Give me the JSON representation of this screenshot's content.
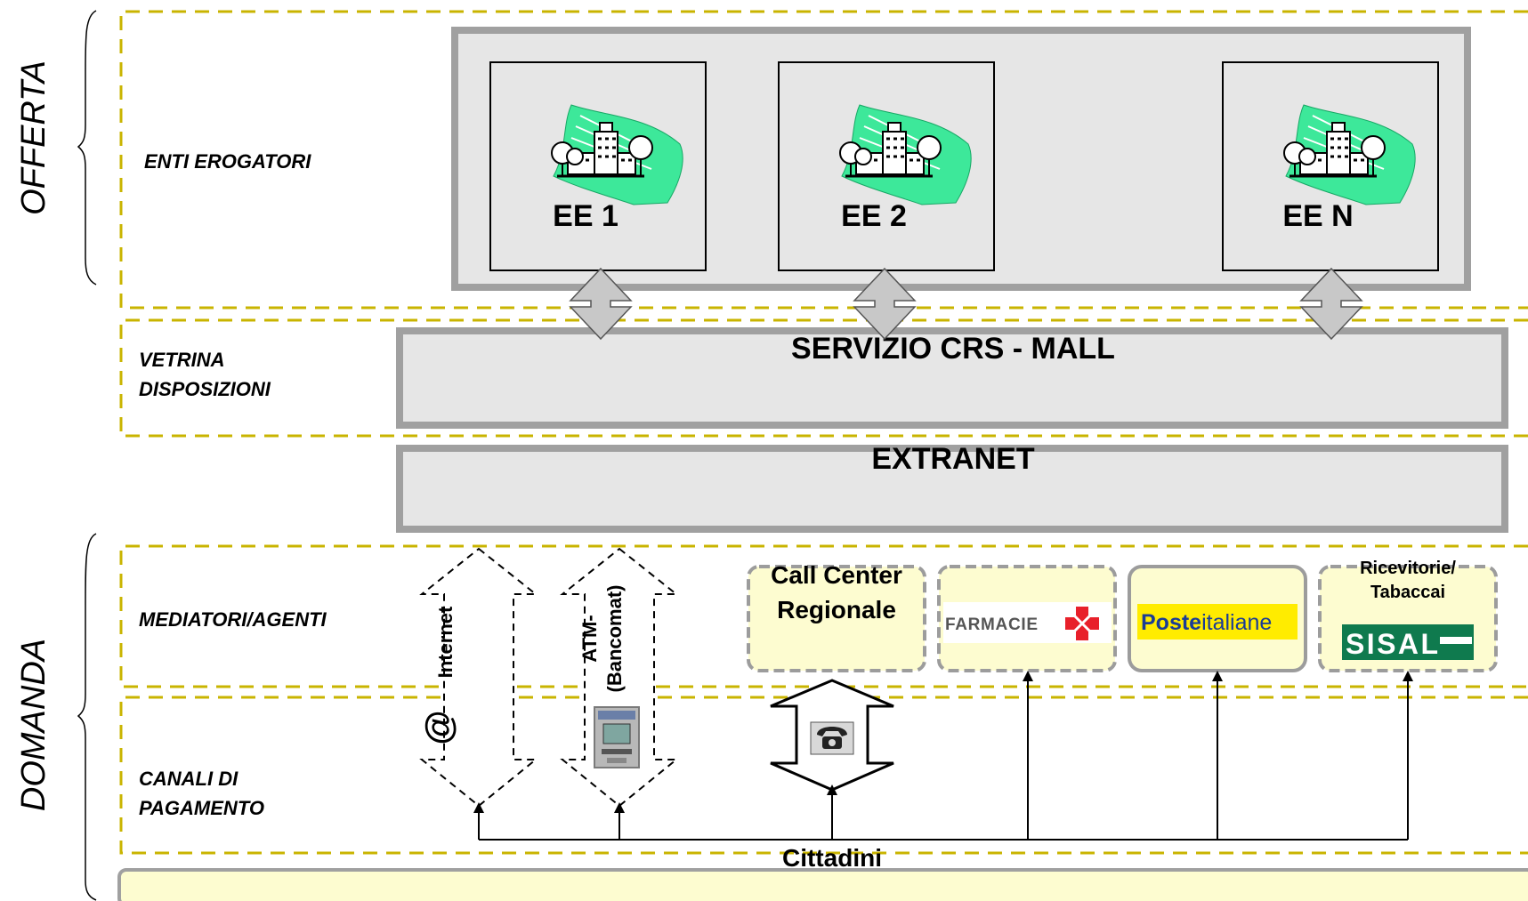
{
  "side_labels": {
    "offerta": "OFFERTA",
    "domanda": "DOMANDA"
  },
  "layers": {
    "enti": "ENTI EROGATORI",
    "vetrina_1": "VETRINA",
    "vetrina_2": "DISPOSIZIONI",
    "mediatori": "MEDIATORI/AGENTI",
    "canali_1": "CANALI DI",
    "canali_2": "PAGAMENTO"
  },
  "providers": [
    "EE 1",
    "EE 2",
    "EE N"
  ],
  "mall": "SERVIZIO CRS - MALL",
  "extranet": "EXTRANET",
  "channels": {
    "internet": "Internet",
    "at_symbol": "@",
    "atm_1": "ATM-",
    "atm_2": "(Bancomat)"
  },
  "agents": {
    "call_center_1": "Call Center",
    "call_center_2": "Regionale",
    "farmacie": "FARMACIE",
    "poste_bold": "Poste",
    "poste_light": "italiane",
    "ricevitorie_1": "Ricevitorie/",
    "ricevitorie_2": "Tabaccai",
    "sisal": "SISAL"
  },
  "cittadini": "Cittadini",
  "colors": {
    "dashed_border": "#c9b400",
    "panel_grey": "#e6e6e6",
    "panel_border": "#a0a0a0",
    "agent_fill": "#fdfcd0",
    "agent_border": "#9c9c9c",
    "hospital_green": "#3de89a",
    "poste_yellow": "#ffec00",
    "poste_blue": "#1a3c96",
    "sisal_green": "#0f7a4e",
    "farmacie_red": "#e8202a"
  }
}
